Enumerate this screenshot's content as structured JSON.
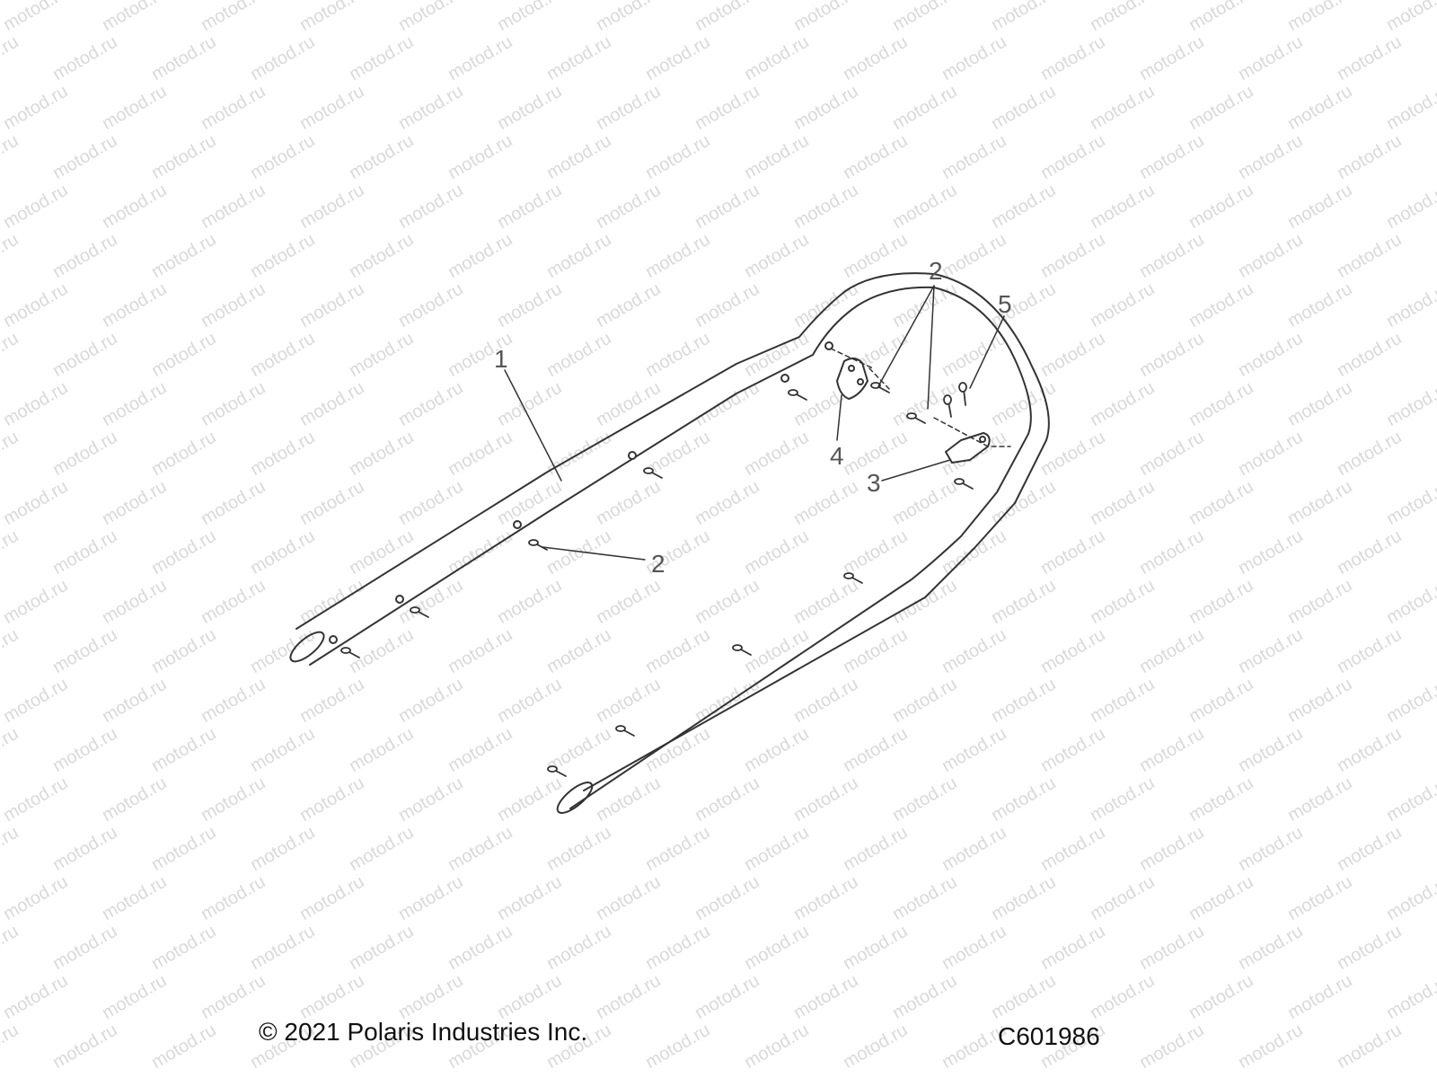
{
  "watermark": {
    "text": "motod.ru"
  },
  "callouts": [
    {
      "id": "1",
      "label": "1"
    },
    {
      "id": "2a",
      "label": "2"
    },
    {
      "id": "2b",
      "label": "2"
    },
    {
      "id": "3",
      "label": "3"
    },
    {
      "id": "4",
      "label": "4"
    },
    {
      "id": "5",
      "label": "5"
    }
  ],
  "footer": {
    "copyright": "© 2021 Polaris Industries Inc.",
    "drawing_number": "C601986"
  },
  "colors": {
    "line": "#333333",
    "label": "#555555",
    "watermark": "#d9d9d9"
  }
}
